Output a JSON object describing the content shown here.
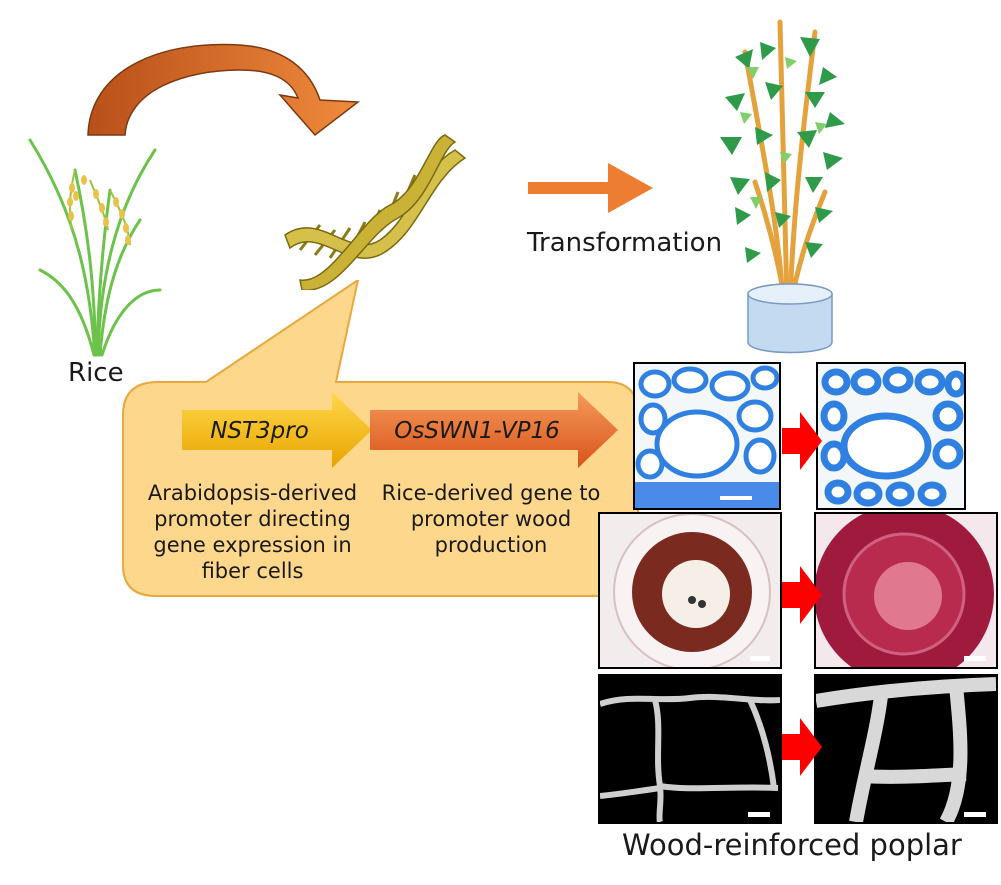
{
  "labels": {
    "rice": "Rice",
    "transformation": "Transformation",
    "poplar": "Wood-reinforced poplar"
  },
  "construct": {
    "promoter": {
      "name": "NST3pro",
      "description": "Arabidopsis-derived promoter directing gene expression in fiber cells"
    },
    "gene": {
      "name": "OsSWN1-VP16",
      "description": "Rice-derived gene to promoter wood production"
    }
  },
  "colors": {
    "curved_arrow": "#e07a33",
    "transformation_arrow": "#ed7d31",
    "callout_fill": "#fdd78c",
    "promoter_arrow": "#f5b800",
    "gene_arrow": "#e8632a",
    "comparison_arrow": "#ff0000",
    "toluidine_stain": "#2f80e0",
    "phloroglucinol_stain": "#8e1f3a"
  },
  "icons": {
    "rice_plant": "rice-plant-icon",
    "dna": "dna-helix-icon",
    "poplar": "poplar-tree-icon"
  }
}
